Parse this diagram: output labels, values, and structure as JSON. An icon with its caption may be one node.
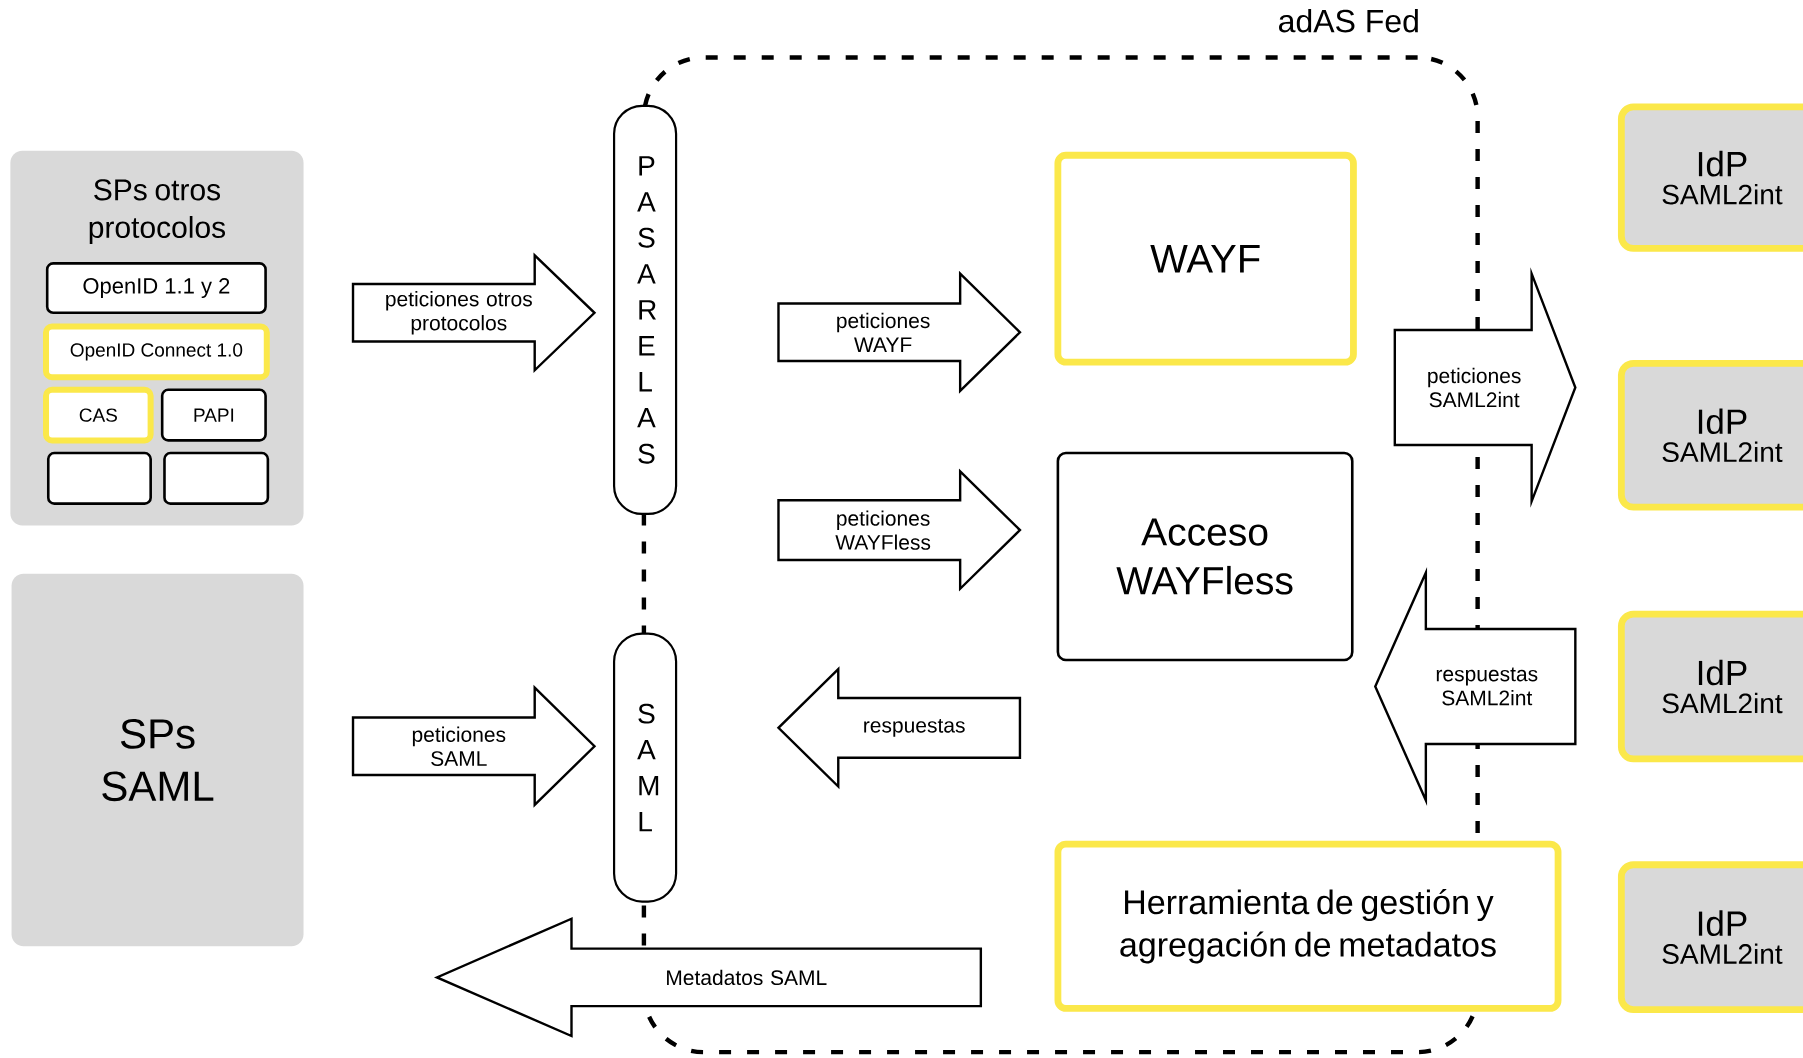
{
  "diagram": {
    "nodes": [
      {
        "text": [
          "adAS Fed"
        ]
      },
      {
        "text": [
          "SPs otros protocolos"
        ]
      },
      {
        "text": [
          "OpenID 1.1 y 2"
        ],
        "in": 1
      },
      {
        "text": [
          "OpenID Connect 1.0"
        ],
        "in": 1
      },
      {
        "text": [
          "CAS"
        ],
        "in": 1
      },
      {
        "text": [
          "PAPI"
        ],
        "in": 1
      },
      {
        "text": [],
        "shape": "box",
        "in": 1
      },
      {
        "text": [],
        "shape": "box",
        "in": 1
      },
      {
        "text": [
          "SPs SAML"
        ]
      },
      {
        "text": [
          "P A S A R E L A S"
        ]
      },
      {
        "text": [
          "S A M L"
        ]
      },
      {
        "text": [
          "WAYF"
        ],
        "in": 0
      },
      {
        "text": [
          "Acceso WAYFless"
        ],
        "in": 0
      },
      {
        "text": [
          "Herramienta de gestión y agregación de metadatos"
        ]
      },
      {
        "text": [
          "IdP",
          "SAML2int"
        ]
      },
      {
        "text": [
          "IdP",
          "SAML2int"
        ]
      },
      {
        "text": [
          "IdP",
          "SAML2int"
        ]
      },
      {
        "text": [
          "IdP",
          "SAML2int"
        ]
      }
    ],
    "edges": [
      {
        "from": 1,
        "to": 9,
        "arrow": "to",
        "label": "peticiones otros protocolos"
      },
      {
        "from": 8,
        "to": 10,
        "arrow": "to",
        "label": "peticiones SAML"
      },
      {
        "from": 9,
        "to": 11,
        "arrow": "to",
        "label": "peticiones WAYF"
      },
      {
        "from": 10,
        "to": 12,
        "arrow": "to",
        "label": "peticiones WAYFless"
      },
      {
        "from": 12,
        "to": null,
        "arrow": "to",
        "label": "respuestas"
      },
      {
        "from": 11,
        "to": null,
        "arrow": "to",
        "label": "peticiones SAML2int"
      },
      {
        "from": null,
        "to": 12,
        "arrow": "to",
        "label": "respuestas SAML2int"
      },
      {
        "from": 13,
        "to": 8,
        "arrow": "to",
        "label": "Metadatos SAML"
      }
    ]
  }
}
